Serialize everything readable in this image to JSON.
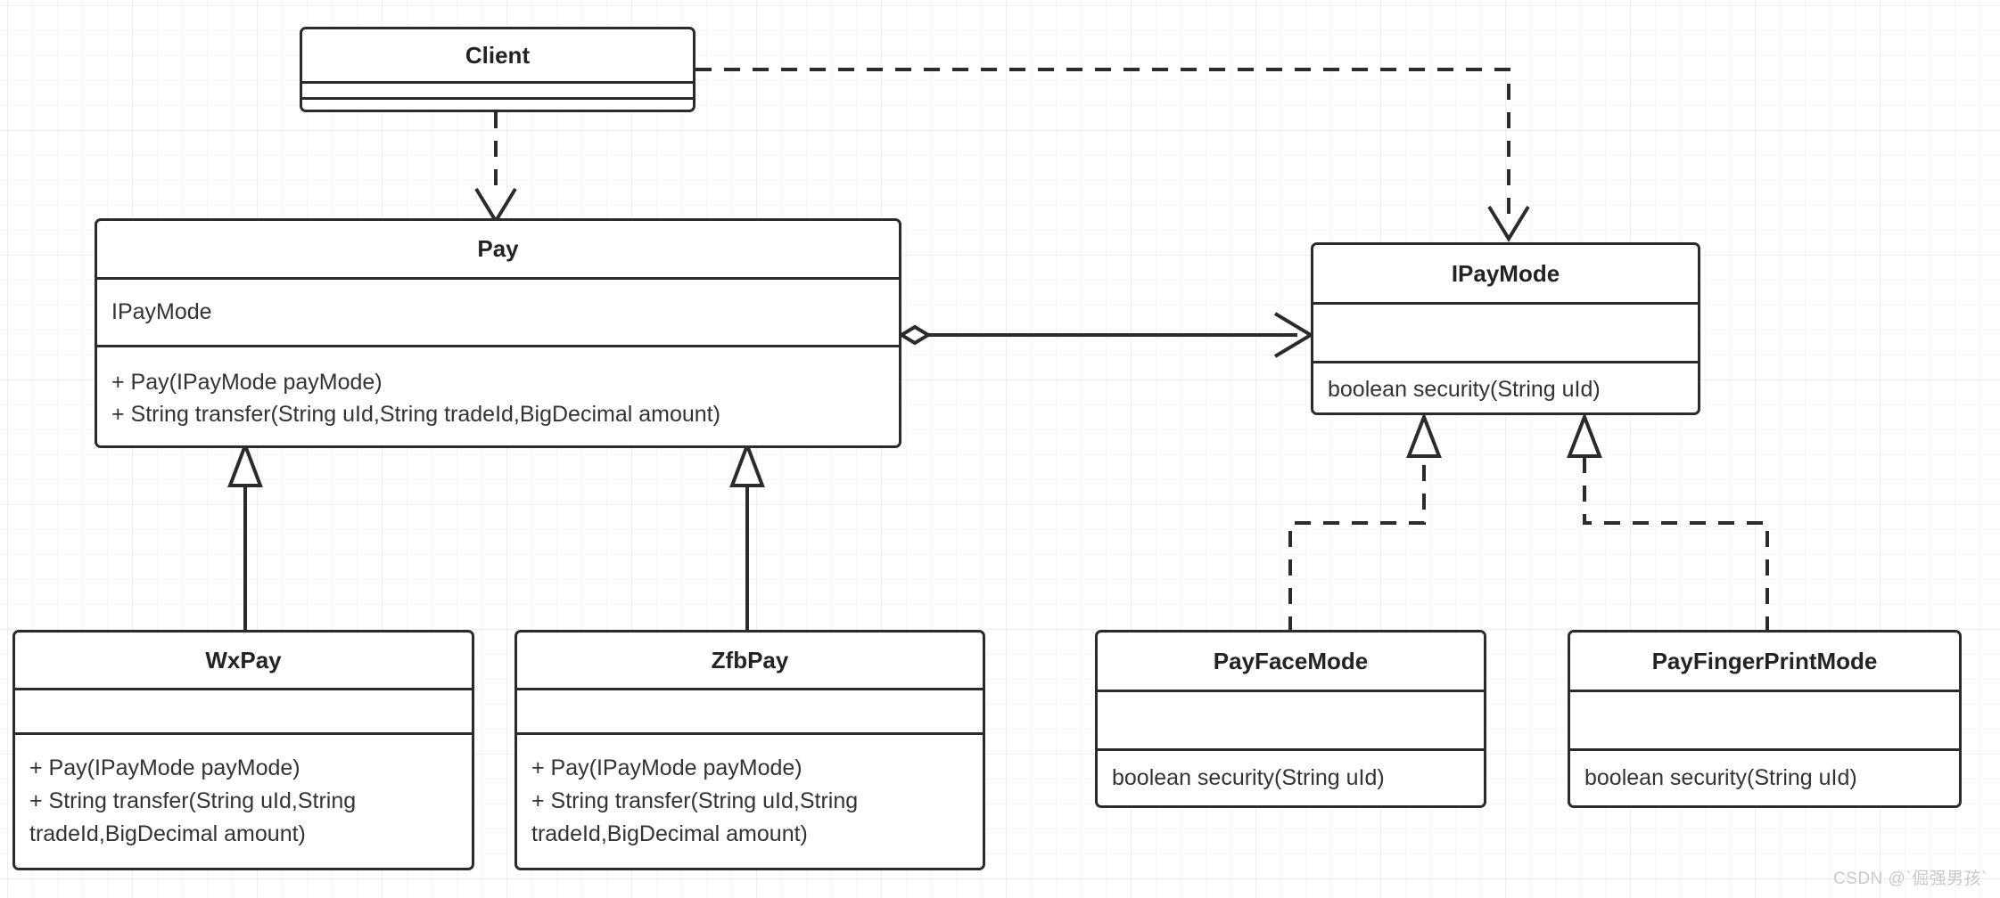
{
  "diagram": {
    "type": "uml-class-diagram",
    "title": "Pay strategy / bridge pattern class diagram",
    "background": {
      "color": "#ffffff",
      "grid_minor_color": "#f6f6f6",
      "grid_major_color": "#ededed",
      "grid_minor_size": 28,
      "grid_major_size": 140
    },
    "stroke_color": "#2b2b2b",
    "text_color": "#232323"
  },
  "classes": {
    "client": {
      "name": "Client",
      "attributes": [],
      "methods": []
    },
    "pay": {
      "name": "Pay",
      "attributes": [
        "IPayMode"
      ],
      "methods": [
        "+ Pay(IPayMode payMode)",
        "+ String transfer(String uId,String tradeId,BigDecimal amount)"
      ]
    },
    "ipaymode": {
      "name": "IPayMode",
      "attributes": [],
      "methods": [
        "boolean security(String uId)"
      ]
    },
    "wxpay": {
      "name": "WxPay",
      "attributes": [],
      "methods": [
        "+ Pay(IPayMode payMode)",
        "+ String transfer(String uId,String tradeId,BigDecimal amount)"
      ]
    },
    "zfbpay": {
      "name": "ZfbPay",
      "attributes": [],
      "methods": [
        "+ Pay(IPayMode payMode)",
        "+ String transfer(String uId,String tradeId,BigDecimal amount)"
      ]
    },
    "payfacemode": {
      "name": "PayFaceMode",
      "attributes": [],
      "methods": [
        "boolean security(String uId)"
      ]
    },
    "payfingerprintmode": {
      "name": "PayFingerPrintMode",
      "attributes": [],
      "methods": [
        "boolean security(String uId)"
      ]
    }
  },
  "relationships": [
    {
      "id": "client-pay",
      "from": "Client",
      "to": "Pay",
      "kind": "dependency",
      "style": "dashed",
      "arrow": "open"
    },
    {
      "id": "client-ipaymode",
      "from": "Client",
      "to": "IPayMode",
      "kind": "dependency",
      "style": "dashed",
      "arrow": "open"
    },
    {
      "id": "pay-ipaymode",
      "from": "Pay",
      "to": "IPayMode",
      "kind": "aggregation",
      "style": "solid",
      "arrow": "open",
      "source_decoration": "hollow-diamond"
    },
    {
      "id": "wxpay-pay",
      "from": "WxPay",
      "to": "Pay",
      "kind": "generalization",
      "style": "solid",
      "arrow": "hollow-triangle"
    },
    {
      "id": "zfbpay-pay",
      "from": "ZfbPay",
      "to": "Pay",
      "kind": "generalization",
      "style": "solid",
      "arrow": "hollow-triangle"
    },
    {
      "id": "payfacemode-ipaymode",
      "from": "PayFaceMode",
      "to": "IPayMode",
      "kind": "realization",
      "style": "dashed",
      "arrow": "hollow-triangle"
    },
    {
      "id": "payfingerprintmode-ipaymode",
      "from": "PayFingerPrintMode",
      "to": "IPayMode",
      "kind": "realization",
      "style": "dashed",
      "arrow": "hollow-triangle"
    }
  ],
  "watermark": {
    "text": "CSDN @`倔强男孩`"
  }
}
